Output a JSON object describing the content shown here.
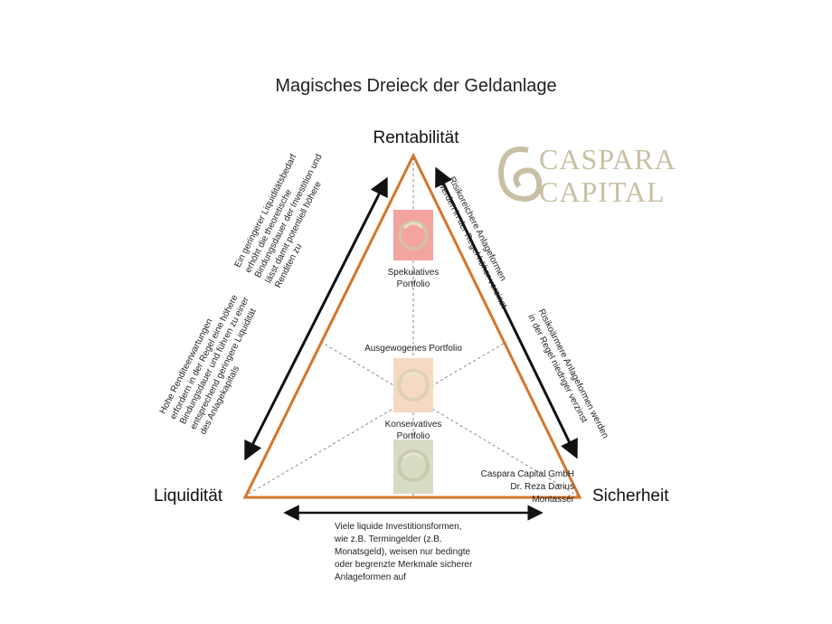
{
  "title": "Magisches Dreieck der Geldanlage",
  "corners": {
    "top": "Rentabilität",
    "left": "Liquidität",
    "right": "Sicherheit"
  },
  "logo": {
    "line1": "CASPARA",
    "line2": "CAPITAL"
  },
  "portfolios": {
    "speculative_line1": "Spekulatives",
    "speculative_line2": "Portfolio",
    "balanced": "Ausgewogenes Portfolio",
    "conservative_line1": "Konservatives",
    "conservative_line2": "Portfolio"
  },
  "notes": {
    "left_upper": [
      "Ein geringerer Liquiditätsbedarf",
      "erhöht die theoretische",
      "Bindungsdauer der Investition und",
      "lässt damit potentiell höhere",
      "Renditen zu"
    ],
    "left_lower": [
      "Hohe Renditeerwartungen",
      "erfordern in der Regel eine höhere",
      "Bindungsdauer und führen zu einer",
      "entsprechend geringere Liquidität",
      "des Anlagekapitals"
    ],
    "right_upper": [
      "Risikoreichere Anlageformen",
      "werden in der Regel höher verzinst"
    ],
    "right_lower": [
      "Risikoärmere Anlageformen werden",
      "in der Regel niedriger verzinst"
    ],
    "bottom": [
      "Viele liquide Investitionsformen,",
      "wie z.B. Termingelder (z.B.",
      "Monatsgeld), weisen nur bedingte",
      "oder begrenzte Merkmale sicherer",
      "Anlageformen auf"
    ]
  },
  "company": {
    "name": "Caspara Capital GmbH",
    "person": "Dr. Reza Darius Montassér"
  },
  "colors": {
    "triangle": "#d4752a",
    "speculative": "#f3a3a0",
    "balanced": "#f5d9c2",
    "conservative": "#d8dcc2",
    "logo": "#c8c0a4"
  }
}
